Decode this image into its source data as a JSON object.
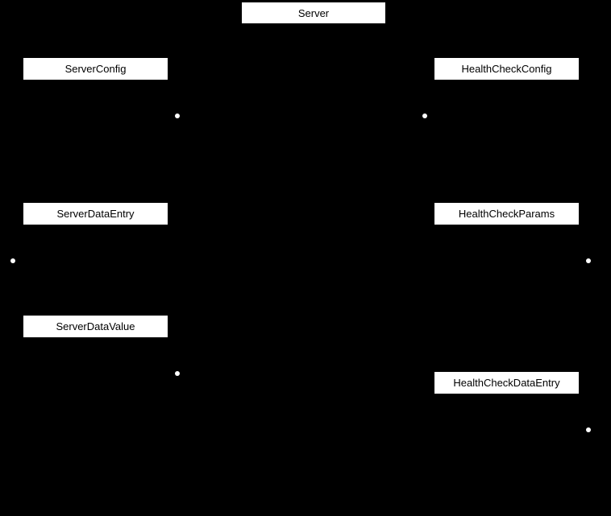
{
  "diagram": {
    "type": "class-diagram",
    "background_color": "#000000",
    "node_fill_color": "#ffffff",
    "node_text_color": "#000000",
    "connector_dot_color": "#ffffff",
    "nodes": [
      {
        "id": "server",
        "label": "Server"
      },
      {
        "id": "server-config",
        "label": "ServerConfig"
      },
      {
        "id": "health-check-config",
        "label": "HealthCheckConfig"
      },
      {
        "id": "server-data-entry",
        "label": "ServerDataEntry"
      },
      {
        "id": "health-check-params",
        "label": "HealthCheckParams"
      },
      {
        "id": "server-data-value",
        "label": "ServerDataValue"
      },
      {
        "id": "health-check-data-entry",
        "label": "HealthCheckDataEntry"
      }
    ],
    "connector_dots_count": 6
  }
}
